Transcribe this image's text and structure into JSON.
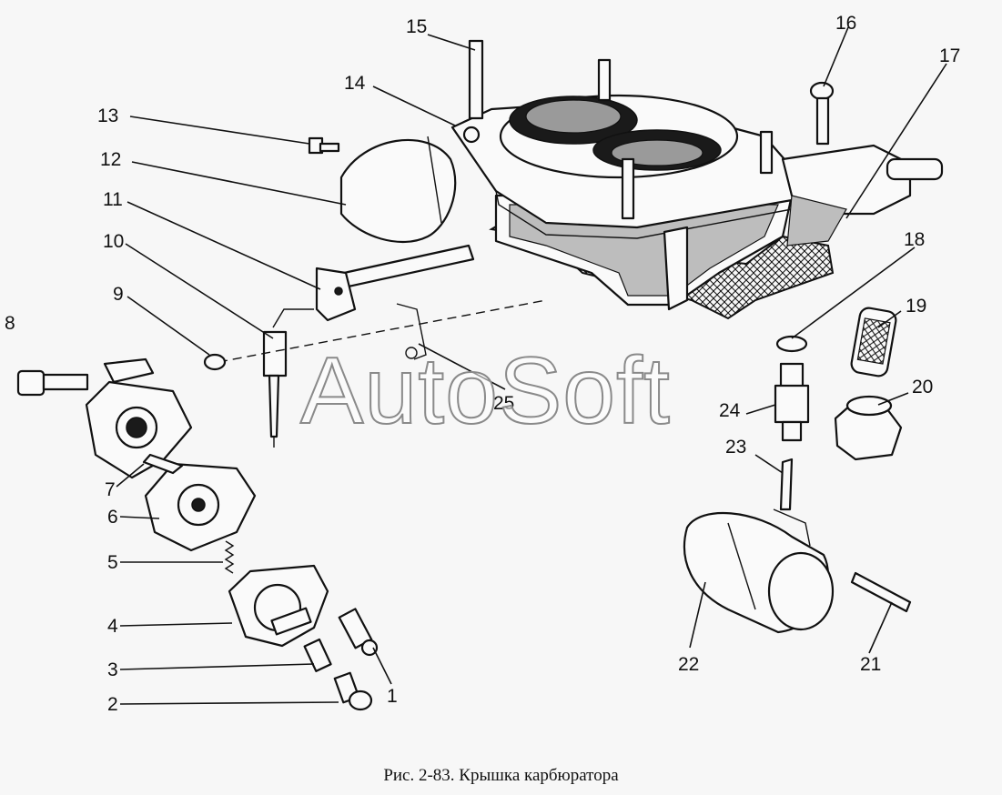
{
  "caption": "Рис. 2-83. Крышка карбюратора",
  "watermark": "AutoSoft",
  "callouts": [
    "1",
    "2",
    "3",
    "4",
    "5",
    "6",
    "7",
    "8",
    "9",
    "10",
    "11",
    "12",
    "13",
    "14",
    "15",
    "16",
    "17",
    "18",
    "19",
    "20",
    "21",
    "22",
    "23",
    "24",
    "25"
  ]
}
